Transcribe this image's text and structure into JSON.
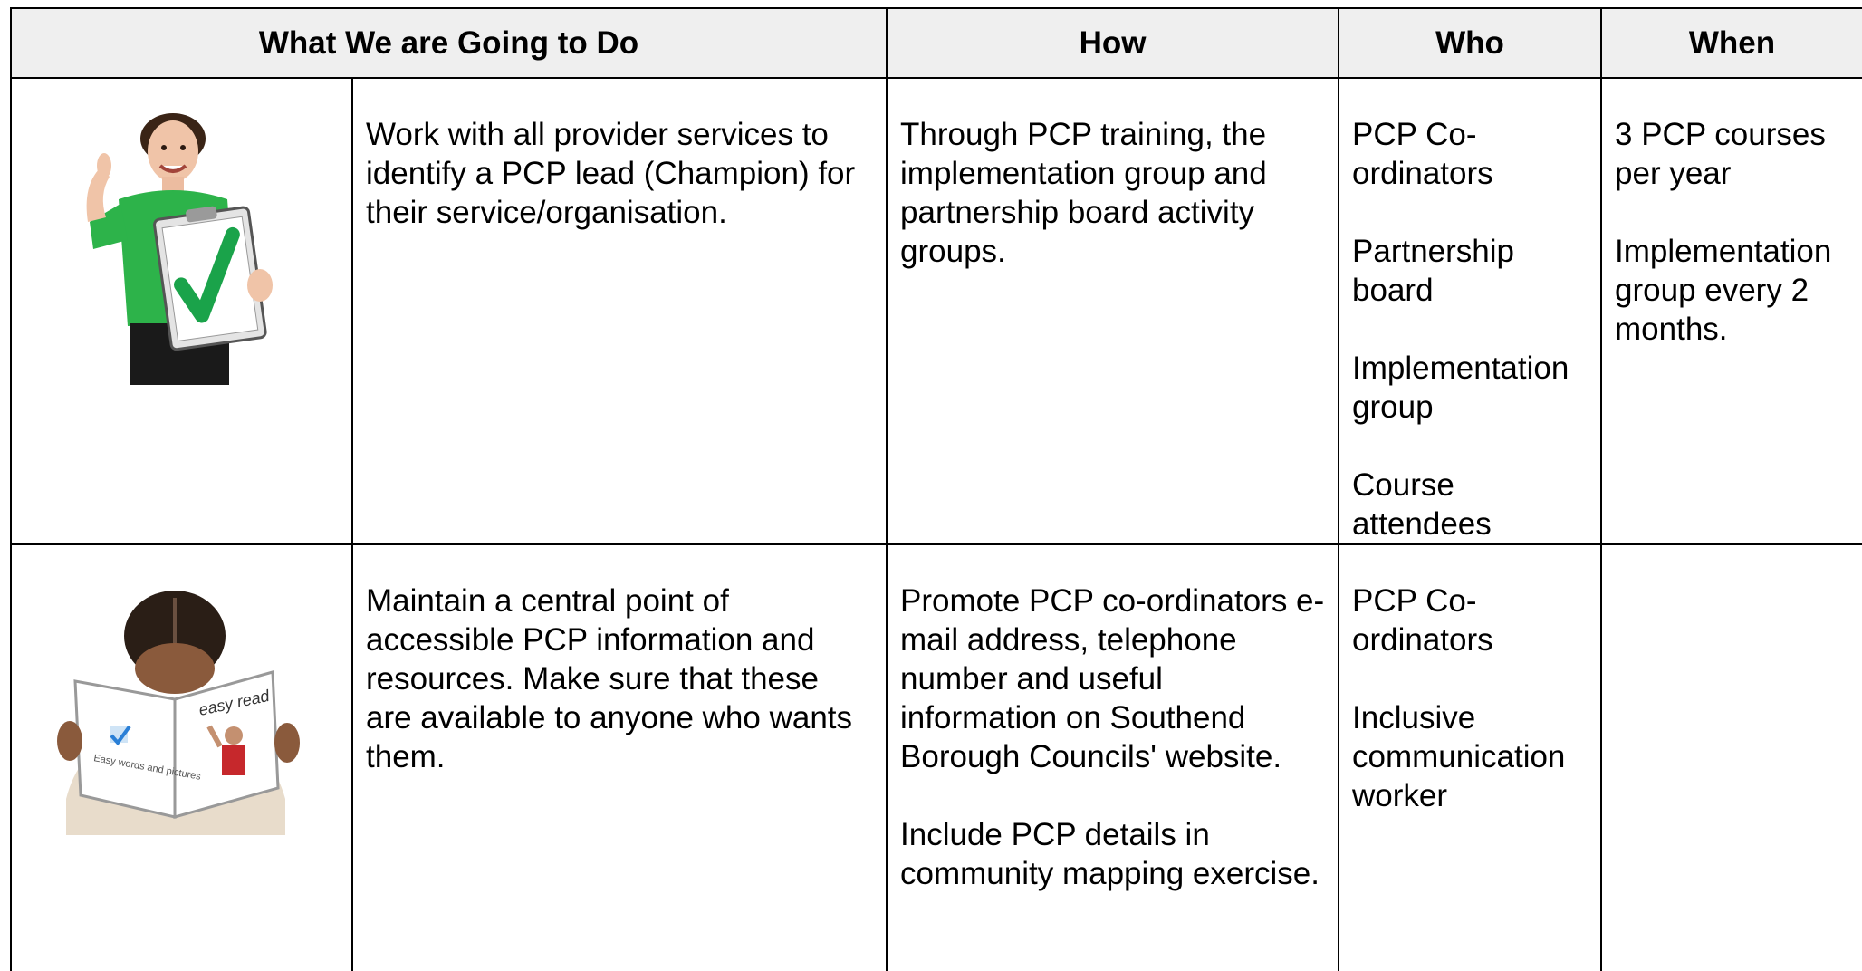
{
  "table": {
    "headers": {
      "what": "What We are Going to Do",
      "how": "How",
      "who": "Who",
      "when": "When"
    },
    "rows": [
      {
        "image": "person-thumbs-up-checklist-picture",
        "what": "Work with all provider services to identify a PCP lead (Champion) for their service/organisation.",
        "how": [
          "Through PCP training, the implementation group and partnership board activity groups."
        ],
        "who": [
          "PCP Co-ordinators",
          "Partnership board",
          "Implementation group",
          "Course attendees"
        ],
        "when": [
          "3 PCP courses per year",
          "Implementation group every 2 months."
        ]
      },
      {
        "image": "person-reading-easy-read-book-picture",
        "image_text": {
          "cover_title": "easy read",
          "cover_subtitle": "Easy words and pictures"
        },
        "what": "Maintain a central point of accessible PCP information and resources.  Make sure that these are available to anyone who wants them.",
        "how": [
          "Promote PCP co-ordinators e-mail address, telephone number and useful information on Southend Borough Councils' website.",
          "Include PCP details in community mapping exercise."
        ],
        "who": [
          "PCP Co-ordinators",
          "Inclusive communication worker"
        ],
        "when": []
      }
    ]
  },
  "colors": {
    "header_bg": "#efefef",
    "border": "#000000",
    "tick_green": "#1aa34a",
    "shirt_green": "#2db34a"
  }
}
